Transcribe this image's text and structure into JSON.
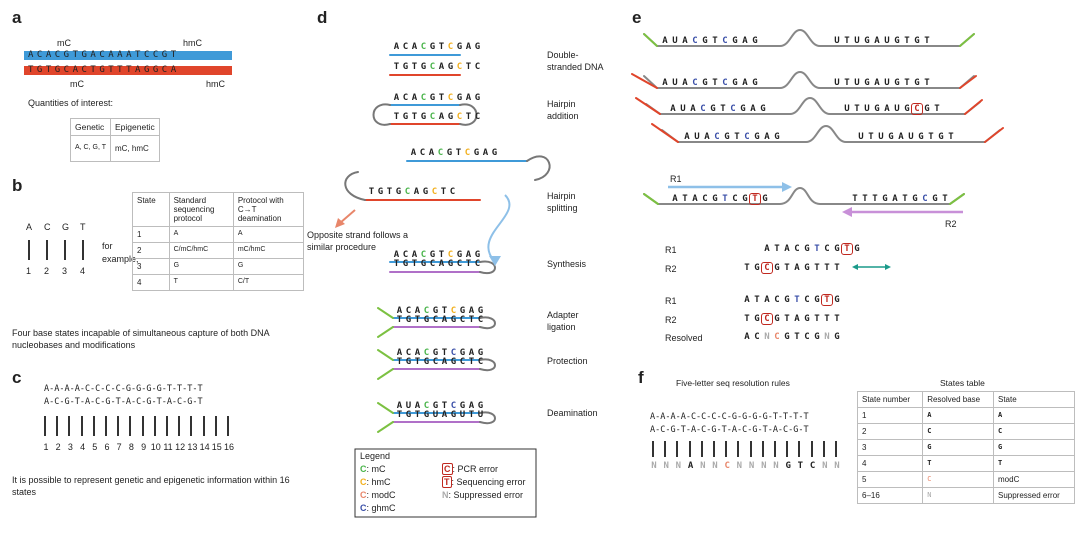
{
  "panels": [
    "a",
    "b",
    "c",
    "d",
    "e",
    "f"
  ],
  "a": {
    "label_mc_top": "mC",
    "label_hmc_top": "hmC",
    "top_strand": "ACACGTGACAAATCCGT",
    "bottom_strand": "TGTGCACTGTTTAGGCA",
    "label_mc_bottom": "mC",
    "label_hmc_bottom": "hmC",
    "quantities_title": "Quantities of interest:",
    "table": {
      "headers": [
        "Genetic",
        "Epigenetic"
      ],
      "row": [
        "A, C, G, T",
        "mC, hmC"
      ]
    }
  },
  "b": {
    "bases": [
      "A",
      "C",
      "G",
      "T"
    ],
    "numbers": [
      "1",
      "2",
      "3",
      "4"
    ],
    "for_example": "for example,",
    "headers": [
      "State",
      "Standard sequencing protocol",
      "Protocol with C→T deamination"
    ],
    "rows": [
      [
        "1",
        "A",
        "A"
      ],
      [
        "2",
        "C/mC/hmC",
        "mC/hmC"
      ],
      [
        "3",
        "G",
        "G"
      ],
      [
        "4",
        "T",
        "C/T"
      ]
    ],
    "caption": "Four base states incapable of simultaneous capture of both  DNA nucleobases and modifications"
  },
  "c": {
    "line1": "A-A-A-A-C-C-C-C-G-G-G-G-T-T-T-T",
    "line2": "A-C-G-T-A-C-G-T-A-C-G-T-A-C-G-T",
    "numbers": [
      "1",
      "2",
      "3",
      "4",
      "5",
      "6",
      "7",
      "8",
      "9",
      "10",
      "11",
      "12",
      "13",
      "14",
      "15",
      "16"
    ],
    "caption": "It is possible to represent genetic and epigenetic information within 16 states"
  },
  "d": {
    "steps": [
      "Double-stranded DNA",
      "Hairpin addition",
      "Hairpin splitting",
      "Synthesis",
      "Adapter ligation",
      "Protection",
      "Deamination"
    ],
    "opposite_note": "Opposite strand follows a similar procedure",
    "seq_top": "ACACGTCGAG",
    "seq_bottom": "TGTGCAGCTC",
    "seq_deam_top": "AUACGTCGAG",
    "seq_deam_bottom": "TGTGUAGUTU",
    "legend_title": "Legend",
    "legend": [
      {
        "key": "C",
        "text": ": mC"
      },
      {
        "key": "C",
        "text": ": hmC"
      },
      {
        "key": "C",
        "text": ": modC"
      },
      {
        "key": "C",
        "text": ": ghmC"
      },
      {
        "key": "C",
        "text": ": PCR error"
      },
      {
        "key": "T",
        "text": ": Sequencing error"
      },
      {
        "key": "N",
        "text": ": Suppressed error"
      }
    ]
  },
  "e": {
    "reads": [
      {
        "left": "AUACGTCGAG",
        "right": "UTUGAUGTGT"
      },
      {
        "left": "AUACGTCGAG",
        "right": "UTUGAUGTGT"
      },
      {
        "left": "AUACGTCGAG",
        "right": "UTUGAUG",
        "error": "C",
        "right2": "GT"
      },
      {
        "left": "AUACGTCGAG",
        "right": "UTUGAUGTGT"
      }
    ],
    "r1_label": "R1",
    "r2_label": "R2",
    "r1_read": "ATACGTCG",
    "r1_err": "T",
    "r1_tail": "G",
    "r2_read": "TTTGATGCGT",
    "align1": {
      "r1_label": "R1",
      "r1": "ATACGTCG",
      "r1_err": "T",
      "r1_tail": "G",
      "r2_label": "R2",
      "r2_head": "TG",
      "r2_err": "C",
      "r2": "GTAGTTT"
    },
    "align2": {
      "r1_label": "R1",
      "r1": "ATACGTCG",
      "r1_err": "T",
      "r1_tail": "G",
      "r2_label": "R2",
      "r2_head": "TG",
      "r2_err": "C",
      "r2": "GTAGTTT",
      "resolved_label": "Resolved",
      "resolved": [
        "A",
        "C",
        "N",
        "C",
        "G",
        "T",
        "C",
        "G",
        "N",
        "G"
      ]
    }
  },
  "f": {
    "title": "Five-letter seq resolution rules",
    "line1": "A-A-A-A-C-C-C-C-G-G-G-G-T-T-T-T",
    "line2": "A-C-G-T-A-C-G-T-A-C-G-T-A-C-G-T",
    "resolved": [
      "N",
      "N",
      "N",
      "A",
      "N",
      "N",
      "C",
      "N",
      "N",
      "N",
      "N",
      "G",
      "T",
      "C",
      "N",
      "N"
    ],
    "table_title": "States table",
    "headers": [
      "State number",
      "Resolved base",
      "State"
    ],
    "rows": [
      [
        "1",
        "A",
        "A"
      ],
      [
        "2",
        "C",
        "C"
      ],
      [
        "3",
        "G",
        "G"
      ],
      [
        "4",
        "T",
        "T"
      ],
      [
        "5",
        "C",
        "modC"
      ],
      [
        "6–16",
        "N",
        "Suppressed error"
      ]
    ]
  },
  "colors": {
    "blue_strand": "#3f9ad8",
    "red_strand": "#e0452b",
    "green_adapter": "#7cc142",
    "purple_strand": "#b070c8",
    "mc_green": "#49b44a",
    "hmc_yellow": "#f2b01e",
    "modc_orange": "#e8866a",
    "ghmc_blue": "#3a4fa8",
    "error_red": "#c0281f",
    "suppressed_grey": "#aaaaaa",
    "arrow_blue": "#8ec0e8",
    "arrow_purple": "#c890d8",
    "teal": "#1a9a8a"
  }
}
